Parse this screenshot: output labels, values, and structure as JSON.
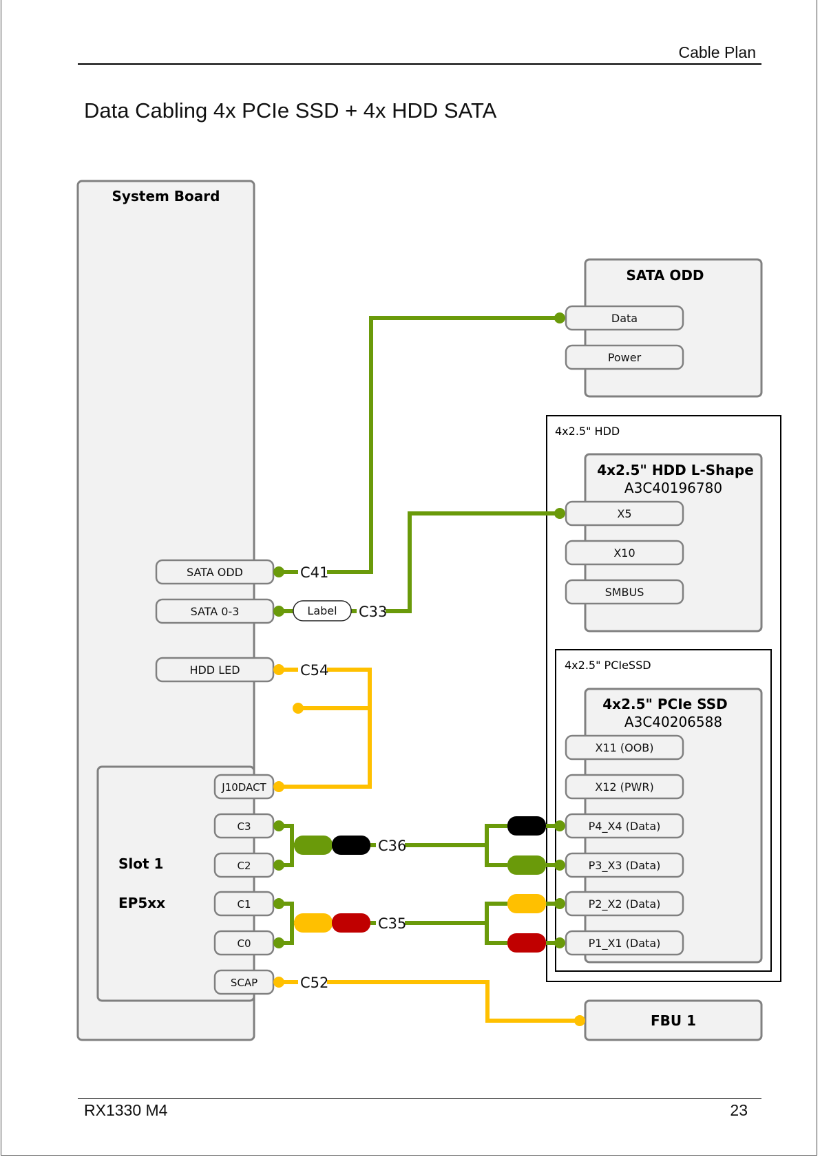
{
  "header": {
    "section": "Cable Plan"
  },
  "title": "Data Cabling 4x PCIe SSD + 4x HDD SATA",
  "footer": {
    "model": "RX1330 M4",
    "page": "23"
  },
  "colors": {
    "green": "#6a9a0a",
    "yellow": "#ffc000",
    "black": "#000000",
    "red": "#c00000",
    "box_fill": "#f2f2f2",
    "box_stroke": "#808080"
  },
  "system_board": {
    "title": "System Board",
    "connectors": [
      "SATA ODD",
      "SATA 0-3",
      "HDD LED"
    ],
    "slot": {
      "name": "Slot 1",
      "card": "EP5xx",
      "connectors": [
        "J10DACT",
        "C3",
        "C2",
        "C1",
        "C0",
        "SCAP"
      ]
    }
  },
  "sata_odd": {
    "title": "SATA ODD",
    "connectors": [
      "Data",
      "Power"
    ]
  },
  "hdd_group": {
    "label": "4x2.5\" HDD",
    "backplane": {
      "title": "4x2.5\" HDD L-Shape",
      "part": "A3C40196780",
      "connectors": [
        "X5",
        "X10",
        "SMBUS"
      ]
    }
  },
  "ssd_group": {
    "label": "4x2.5\" PCIeSSD",
    "backplane": {
      "title": "4x2.5\" PCIe SSD",
      "part": "A3C40206588",
      "connectors": [
        "X11 (OOB)",
        "X12 (PWR)",
        "P4_X4 (Data)",
        "P3_X3 (Data)",
        "P2_X2 (Data)",
        "P1_X1 (Data)"
      ]
    }
  },
  "fbu": {
    "title": "FBU 1"
  },
  "cables": [
    {
      "id": "C41",
      "from": "SATA ODD",
      "to": "Data",
      "color": "green"
    },
    {
      "id": "C33",
      "from": "SATA 0-3",
      "to": "X5",
      "color": "green",
      "tag": "Label"
    },
    {
      "id": "C54",
      "from": "HDD LED",
      "to": "J10DACT",
      "color": "yellow"
    },
    {
      "id": "C36",
      "from": [
        "C3",
        "C2"
      ],
      "to": [
        "P4_X4 (Data)",
        "P3_X3 (Data)"
      ],
      "color": "green",
      "plugs_left": [
        "green",
        "black"
      ],
      "plugs_right": [
        "black",
        "green"
      ]
    },
    {
      "id": "C35",
      "from": [
        "C1",
        "C0"
      ],
      "to": [
        "P2_X2 (Data)",
        "P1_X1 (Data)"
      ],
      "color": "green",
      "plugs_left": [
        "yellow",
        "red"
      ],
      "plugs_right": [
        "yellow",
        "red"
      ]
    },
    {
      "id": "C52",
      "from": "SCAP",
      "to": "FBU 1",
      "color": "yellow"
    }
  ]
}
